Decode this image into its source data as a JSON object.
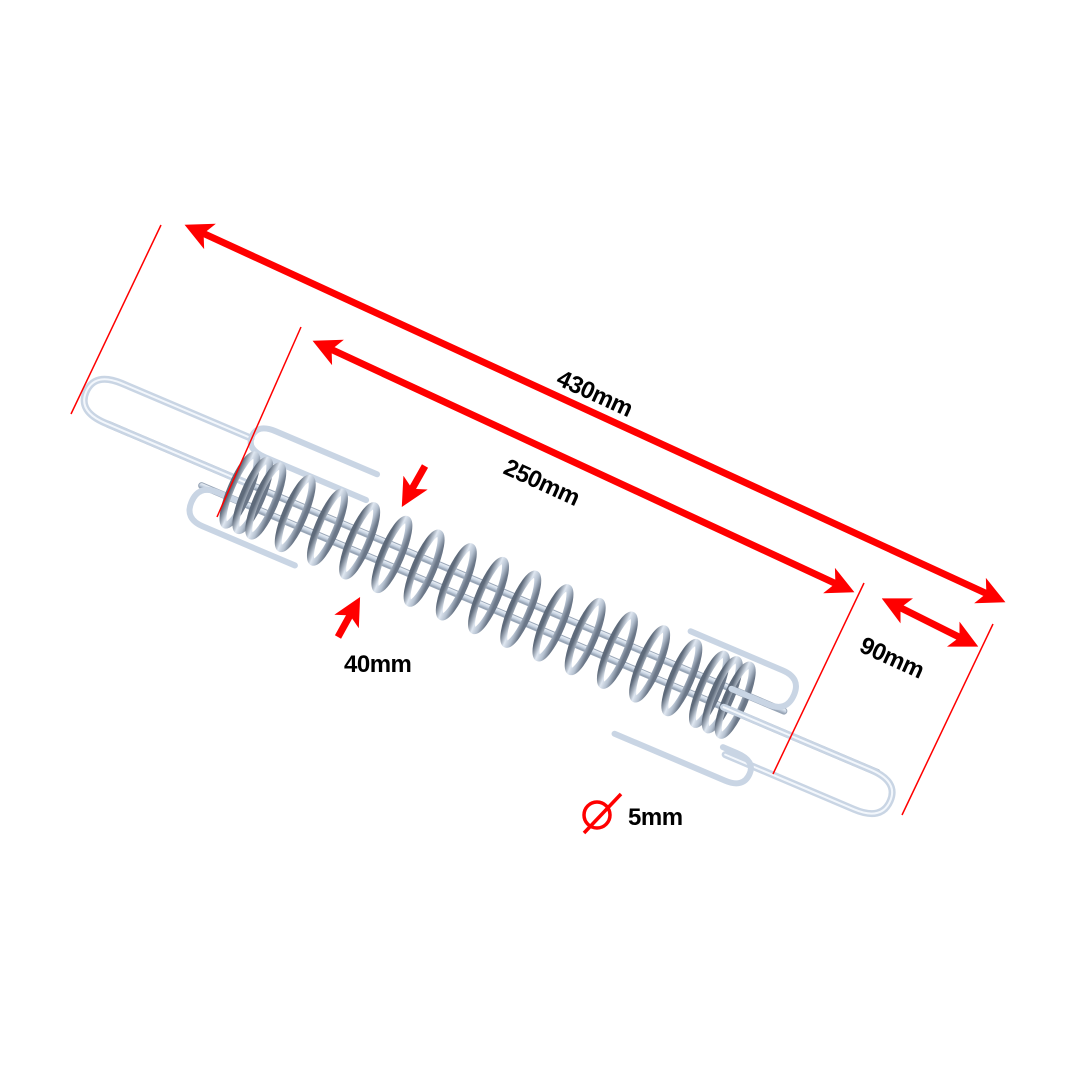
{
  "diagram": {
    "subject": "tension spring with wire hooks",
    "colors": {
      "dimension": "#ff0000",
      "label": "#000000",
      "wire_light": "#dce6f2",
      "wire_mid": "#a9b6c6",
      "wire_dark": "#5e6a7a",
      "background": "#ffffff"
    },
    "dimensions": {
      "overall_length": {
        "label": "430mm",
        "value": 430,
        "unit": "mm"
      },
      "spring_length": {
        "label": "250mm",
        "value": 250,
        "unit": "mm"
      },
      "hook_length": {
        "label": "90mm",
        "value": 90,
        "unit": "mm"
      },
      "spring_diameter": {
        "label": "40mm",
        "value": 40,
        "unit": "mm"
      },
      "wire_diameter": {
        "label": "5mm",
        "value": 5,
        "unit": "mm",
        "symbol": "diameter-symbol"
      }
    }
  }
}
